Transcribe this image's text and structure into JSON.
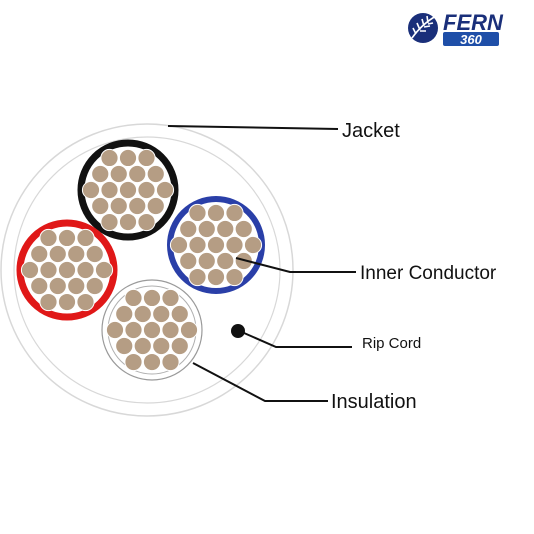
{
  "logo": {
    "word": "FERN",
    "number": "360",
    "color": "#1a2f7a",
    "accent": "#1f4fa8"
  },
  "labels": {
    "jacket": "Jacket",
    "inner_conductor": "Inner Conductor",
    "rip_cord": "Rip Cord",
    "insulation": "Insulation"
  },
  "colors": {
    "strand": "#b59d84",
    "jacket_ring": "#d8d8d8",
    "black_insulation": "#111111",
    "blue_insulation": "#2a3fa8",
    "red_insulation": "#e01818",
    "white_insulation": "#ffffff",
    "leader": "#111111"
  },
  "cores": [
    {
      "name": "black-core",
      "color": "black"
    },
    {
      "name": "blue-core",
      "color": "blue"
    },
    {
      "name": "red-core",
      "color": "red"
    },
    {
      "name": "white-core",
      "color": "white"
    }
  ]
}
